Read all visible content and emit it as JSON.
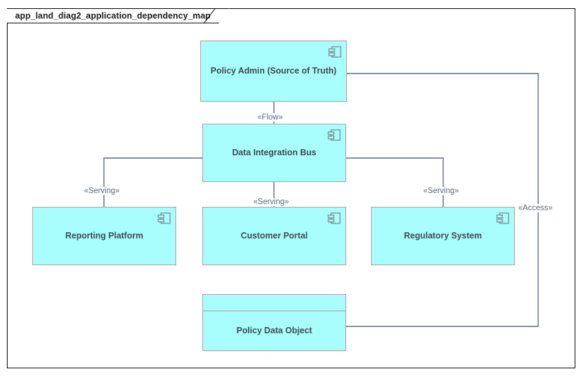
{
  "diagram": {
    "title": "app_land_diag2_application_dependency_map",
    "frame_border_color": "#000000",
    "background_color": "#ffffff",
    "node_fill_color": "#a8fdfd",
    "node_border_color": "#b59a9e",
    "node_label_color": "#3d4a57",
    "connector_color": "#5b6a80",
    "stereotype_color": "#5b6a78"
  },
  "nodes": [
    {
      "id": "policy-admin",
      "label": "Policy Admin (Source of Truth)",
      "type": "component",
      "icon": "uml-component-icon"
    },
    {
      "id": "data-integration-bus",
      "label": "Data Integration Bus",
      "type": "component",
      "icon": "uml-component-icon"
    },
    {
      "id": "reporting-platform",
      "label": "Reporting Platform",
      "type": "component",
      "icon": "uml-component-icon"
    },
    {
      "id": "customer-portal",
      "label": "Customer Portal",
      "type": "component",
      "icon": "uml-component-icon"
    },
    {
      "id": "regulatory-system",
      "label": "Regulatory System",
      "type": "component",
      "icon": "uml-component-icon"
    },
    {
      "id": "policy-data-object",
      "label": "Policy Data Object",
      "type": "data-object",
      "icon": "none"
    }
  ],
  "connectors": [
    {
      "id": "flow-admin-to-bus",
      "from": "policy-admin",
      "to": "data-integration-bus",
      "stereotype": "«Flow»"
    },
    {
      "id": "serving-bus-to-reporting",
      "from": "data-integration-bus",
      "to": "reporting-platform",
      "stereotype": "«Serving»"
    },
    {
      "id": "serving-bus-to-portal",
      "from": "data-integration-bus",
      "to": "customer-portal",
      "stereotype": "«Serving»"
    },
    {
      "id": "serving-bus-to-regulatory",
      "from": "data-integration-bus",
      "to": "regulatory-system",
      "stereotype": "«Serving»"
    },
    {
      "id": "access-admin-to-data-object",
      "from": "policy-admin",
      "to": "policy-data-object",
      "stereotype": "«Access»"
    }
  ]
}
